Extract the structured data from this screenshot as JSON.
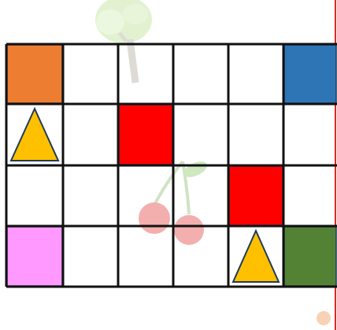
{
  "board": {
    "rows": 4,
    "cols": 6,
    "line_color": "#111111",
    "pieces": [
      {
        "type": "square",
        "color": "#ed7d31",
        "row": 0,
        "col": 0,
        "name": "orange-square-tile"
      },
      {
        "type": "square",
        "color": "#2e75b6",
        "row": 0,
        "col": 5,
        "name": "blue-square-tile"
      },
      {
        "type": "triangle",
        "color": "#ffc000",
        "row": 1,
        "col": 0,
        "name": "yellow-triangle-tile"
      },
      {
        "type": "square",
        "color": "#ff0000",
        "row": 1,
        "col": 2,
        "name": "red-square-tile"
      },
      {
        "type": "square",
        "color": "#ff0000",
        "row": 2,
        "col": 4,
        "name": "red-square-tile"
      },
      {
        "type": "square",
        "color": "#ff99ff",
        "row": 3,
        "col": 0,
        "name": "pink-square-tile"
      },
      {
        "type": "triangle",
        "color": "#ffc000",
        "row": 3,
        "col": 4,
        "name": "yellow-triangle-tile"
      },
      {
        "type": "square",
        "color": "#548235",
        "row": 3,
        "col": 5,
        "name": "green-square-tile"
      }
    ]
  },
  "decorations": {
    "edge_color": "#e8241c",
    "watermark": [
      "tree-watermark-icon",
      "cherries-watermark-icon",
      "fruit-watermark-icon"
    ]
  }
}
